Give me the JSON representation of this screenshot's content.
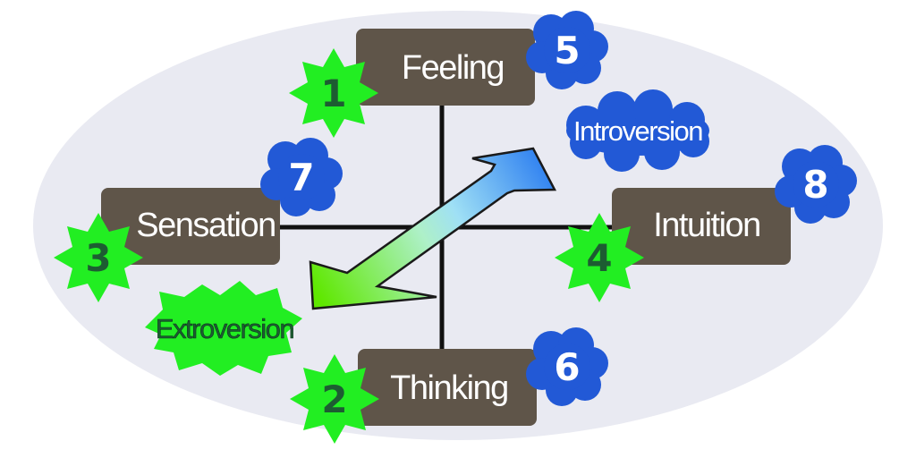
{
  "functions": {
    "top": "Feeling",
    "bottom": "Thinking",
    "left": "Sensation",
    "right": "Intuition"
  },
  "green_numbers": {
    "top": "1",
    "bottom": "2",
    "left": "3",
    "right": "4"
  },
  "blue_numbers": {
    "top": "5",
    "bottom": "6",
    "left": "7",
    "right": "8"
  },
  "attitudes": {
    "introversion": "Introversion",
    "extroversion": "Extroversion"
  },
  "colors": {
    "ellipse": "#e9eaf2",
    "box": "#5f5549",
    "star_green": "#22ee22",
    "cloud_blue": "#2259d6",
    "axis": "#111111"
  }
}
